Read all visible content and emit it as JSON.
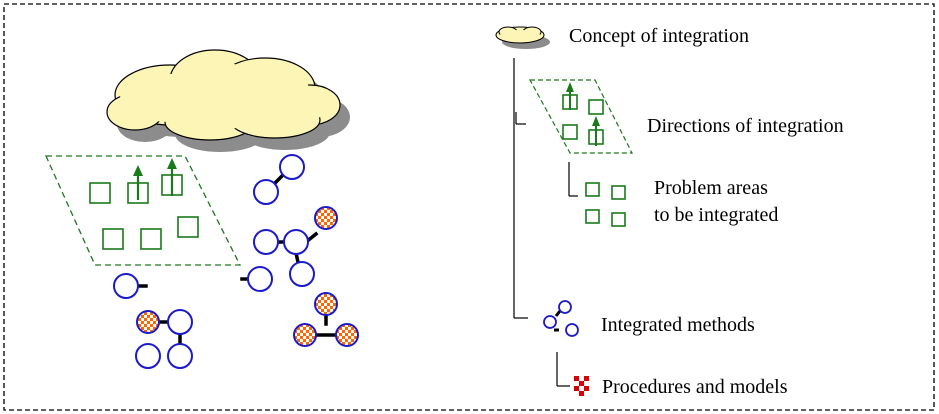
{
  "legend": {
    "concept_label": "Concept of integration",
    "directions_label": "Directions of integration",
    "problem_areas_line1": "Problem areas",
    "problem_areas_line2": "to be integrated",
    "methods_label": "Integrated methods",
    "procedures_label": "Procedures and models"
  },
  "colors": {
    "frame": "#000000",
    "cloud_fill": "#fdf5b6",
    "cloud_shadow": "#8c8c8c",
    "green": "#1a7a1a",
    "method_blue": "#1a1acc",
    "link": "#000000",
    "procedure_orange": "#ff6600",
    "procedure_red": "#dd0000"
  },
  "icons": {
    "cloud": "cloud-icon",
    "parallelogram": "parallelogram-icon",
    "square": "square-icon",
    "arrow": "up-arrow-icon",
    "method_node": "circle-node-icon",
    "procedure": "checker-icon"
  }
}
